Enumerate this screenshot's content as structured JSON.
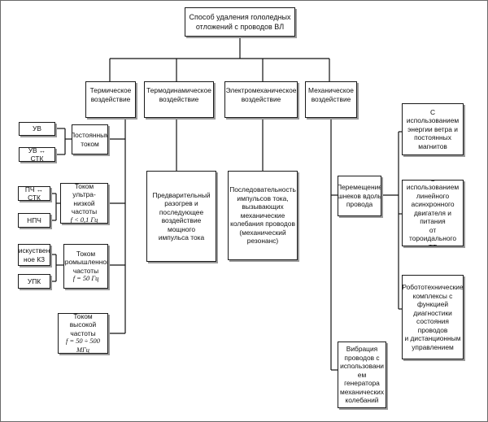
{
  "diagram": {
    "root": "Способ удаления гололедных\nотложений с проводов ВЛ",
    "categories": [
      {
        "label": "Термическое\nвоздействие"
      },
      {
        "label": "Термодинамическое\nвоздействие"
      },
      {
        "label": "Электромеханическое\nвоздействие"
      },
      {
        "label": "Механическое\nвоздействие"
      }
    ],
    "thermal": {
      "constant_current": "Постоянным\nтоком",
      "uv": "УВ",
      "uv_stk": "УВ ↔ СТК",
      "infralow": "Током ультра-\nнизкой частоты",
      "infralow_formula": "f < 0,1  Гц",
      "pch_stk": "ПЧ ↔ СТК",
      "npch": "НПЧ",
      "industrial": "Током\nпромышленной\nчастоты",
      "industrial_formula": "f = 50 Гц",
      "short_circuit": "искуствен\nное КЗ",
      "upk": "УПК",
      "high_freq": "Током высокой\nчастоты",
      "high_freq_formula": "f = 50 ÷ 500 МГц"
    },
    "thermodynamic": {
      "preheat": "Предварительный\nразогрев и\nпоследующее\nвоздействие мощного\nимпульса тока"
    },
    "electromechanical": {
      "pulses": "Последовательность\nимпульсов тока,\nвызывающих\nмеханические\nколебания проводов\n(механический\nрезонанс)"
    },
    "mechanical": {
      "auger": "Перемещение\nшнеков вдоль\nпровода",
      "wind_energy": "С использованием\nэнергии ветра и\nпостоянных\nмагнитов",
      "linear_motor": "С использованием\nлинейного\nасинхронного\nдвигателя и питания\nот тороидального\nТТ",
      "robots": "Робототехнические\nкомплексы с\nфункцией\nдиагностики\nсостояния проводов\nи дистанционным\nуправлением",
      "vibration": "Вибрация\nпроводов с\nиспользовани\nем генератора\nмеханических\nколебаний"
    }
  }
}
